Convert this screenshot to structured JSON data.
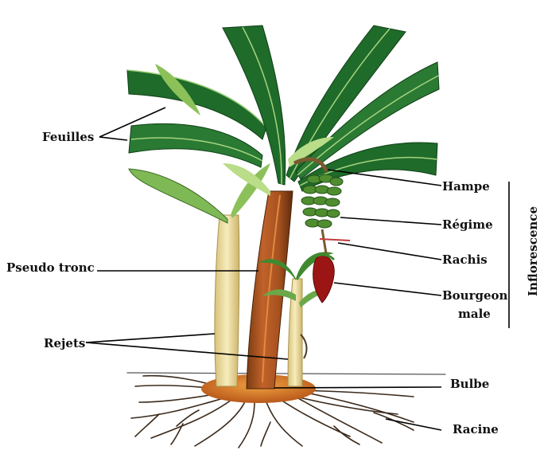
{
  "diagram": {
    "labels": {
      "feuilles": "Feuilles",
      "pseudo_tronc": "Pseudo tronc",
      "rejets": "Rejets",
      "hampe": "Hampe",
      "regime": "Régime",
      "rachis": "Rachis",
      "bourgeon_line1": "Bourgeon",
      "bourgeon_line2": "male",
      "bulbe": "Bulbe",
      "racine": "Racine",
      "inflorescence": "Inflorescence"
    },
    "colors": {
      "leaf_dark": "#1f6b2a",
      "leaf_light": "#8cc15a",
      "trunk_red": "#b5521e",
      "trunk_yellow": "#f3e6a6",
      "bud": "#9c1515",
      "bulb": "#d9771f",
      "roots": "#3a2a1c"
    }
  }
}
